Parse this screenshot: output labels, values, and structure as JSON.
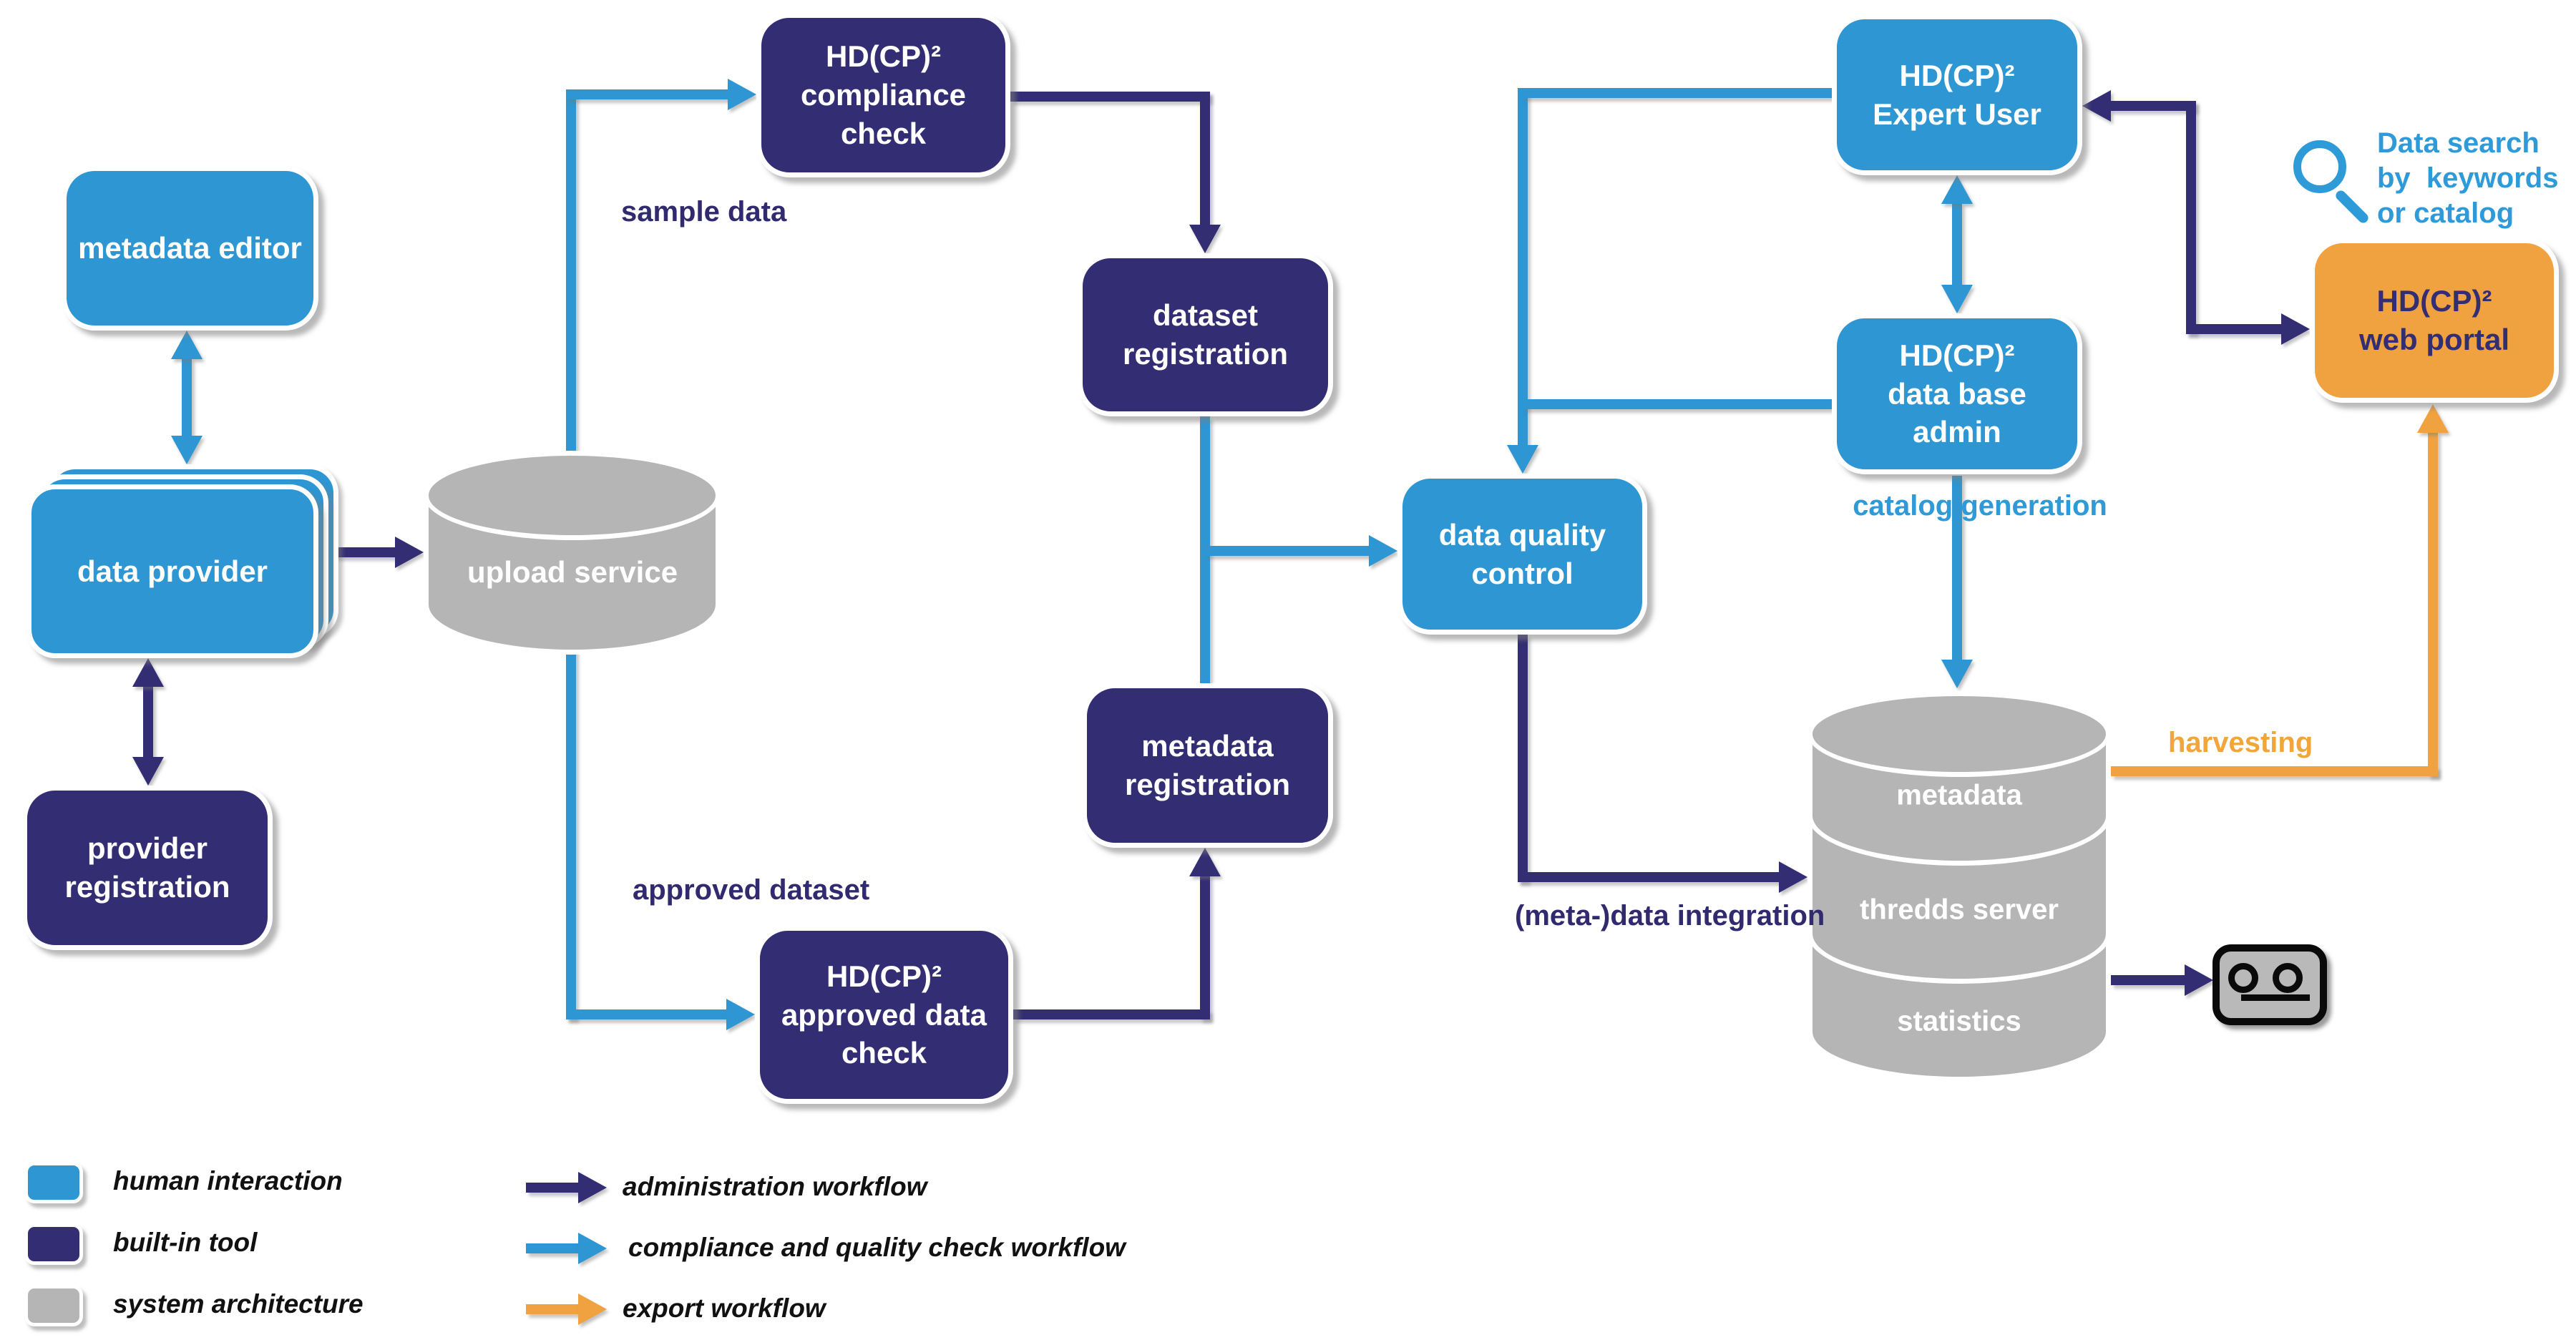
{
  "colors": {
    "human_interaction_blue": "#2E96D2",
    "built_in_tool_navy": "#332D74",
    "system_architecture_gray": "#B5B5B5",
    "export_orange": "#F0A241",
    "label_blue": "#2E9AD8",
    "label_navy": "#312A6E",
    "label_orange": "#F2A53A"
  },
  "nodes": {
    "metadata_editor": {
      "label": "metadata editor",
      "type": "human interaction"
    },
    "data_provider": {
      "label": "data provider",
      "type": "human interaction"
    },
    "provider_registration": {
      "label": "provider\nregistration",
      "type": "built-in tool"
    },
    "upload_service": {
      "label": "upload service",
      "type": "system architecture"
    },
    "compliance_check": {
      "label": "HD(CP)²\ncompliance  check",
      "type": "built-in tool"
    },
    "dataset_registration": {
      "label": "dataset\nregistration",
      "type": "built-in tool"
    },
    "metadata_registration": {
      "label": "metadata\nregistration",
      "type": "built-in tool"
    },
    "approved_data_check": {
      "label": "HD(CP)²\napproved data\ncheck",
      "type": "built-in tool"
    },
    "data_quality_control": {
      "label": "data quality\ncontrol",
      "type": "human interaction"
    },
    "expert_user": {
      "label": "HD(CP)²\nExpert User",
      "type": "human interaction"
    },
    "data_base_admin": {
      "label": "HD(CP)²\ndata base\nadmin",
      "type": "human interaction"
    },
    "web_portal": {
      "label": "HD(CP)²\nweb portal",
      "type": "export"
    }
  },
  "database": {
    "sections": [
      "metadata",
      "thredds server",
      "statistics"
    ]
  },
  "edge_labels": {
    "sample_data": "sample data",
    "approved_dataset": "approved dataset",
    "catalog_generation": "catalog generation",
    "meta_data_integration": "(meta-)data integration",
    "harvesting": "harvesting",
    "data_search": "Data search\nby  keywords\nor catalog"
  },
  "icons": {
    "search": "magnifying-glass",
    "tape_archive": "tape-cassette"
  },
  "legend": {
    "items": [
      {
        "label": "human interaction",
        "color": "#2E96D2"
      },
      {
        "label": "built-in tool",
        "color": "#332D74"
      },
      {
        "label": "system architecture",
        "color": "#B5B5B5"
      }
    ],
    "arrows": [
      {
        "label": "administration workflow",
        "color": "#332D74"
      },
      {
        "label": "compliance and quality check workflow",
        "color": "#2E96D2"
      },
      {
        "label": "export workflow",
        "color": "#F0A241"
      }
    ]
  }
}
